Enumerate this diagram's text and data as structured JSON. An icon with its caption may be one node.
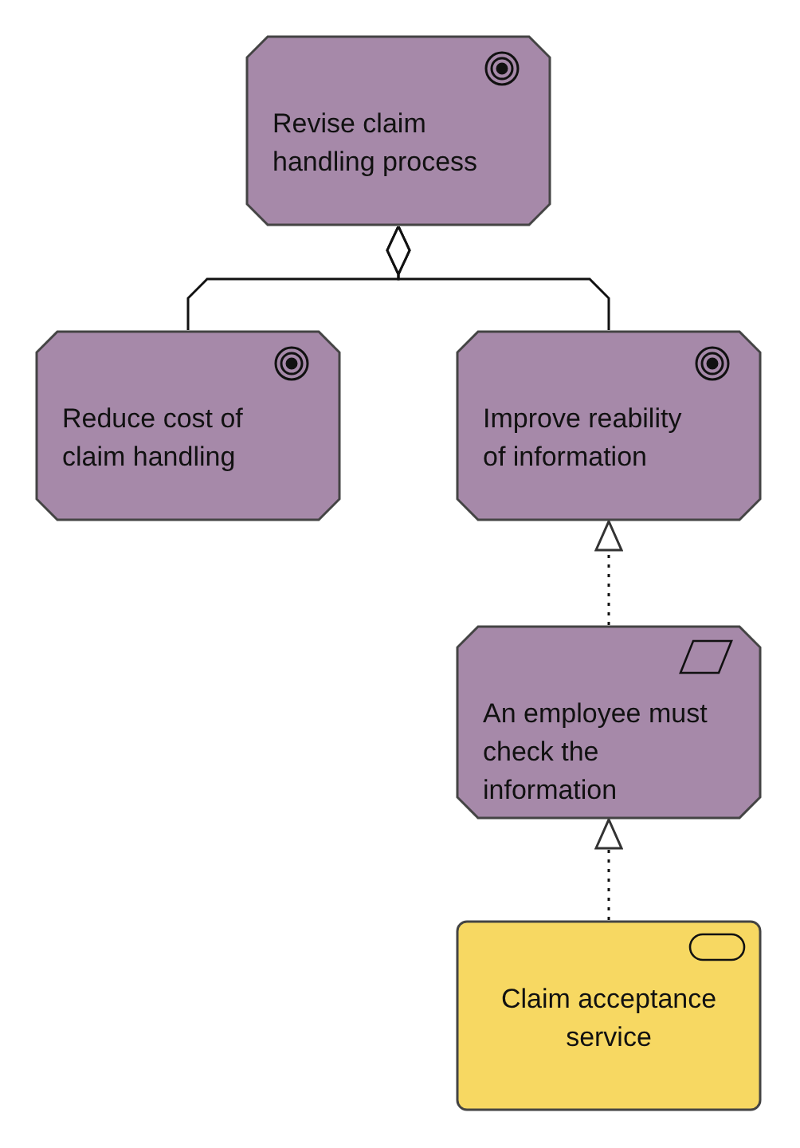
{
  "diagram": {
    "nodes": [
      {
        "text": [
          "Revise claim handling process"
        ]
      },
      {
        "text": [
          "Reduce cost of claim handling"
        ]
      },
      {
        "text": [
          "Improve reability of information"
        ]
      },
      {
        "text": [
          "An employee must check the information"
        ]
      },
      {
        "text": [
          "Claim acceptance service"
        ]
      }
    ],
    "edges": [
      {
        "from": 0,
        "to": 1,
        "arrow": "other"
      },
      {
        "from": 0,
        "to": 2,
        "arrow": "other"
      },
      {
        "from": 3,
        "to": 2,
        "arrow": "to",
        "style": "dashed"
      },
      {
        "from": 4,
        "to": 3,
        "arrow": "to",
        "style": "dashed"
      }
    ]
  }
}
